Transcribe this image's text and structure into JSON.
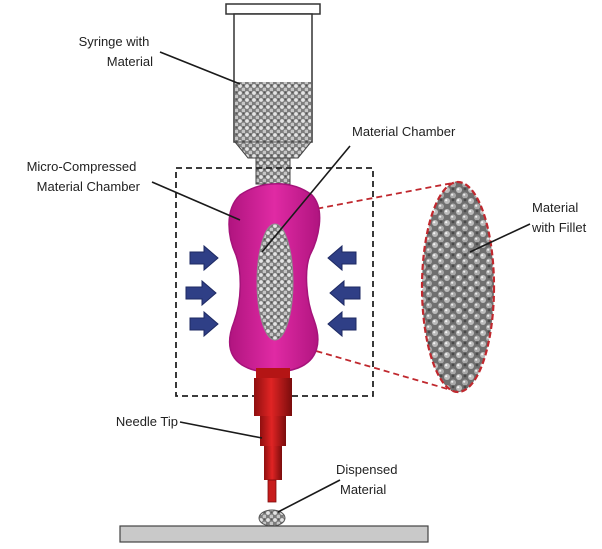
{
  "labels": {
    "syringe": [
      "Syringe with",
      "Material"
    ],
    "micro_chamber": [
      "Micro-Compressed",
      "Material Chamber"
    ],
    "material_chamber": [
      "Material Chamber"
    ],
    "fillet": [
      "Material",
      "with Fillet"
    ],
    "needle": [
      "Needle Tip"
    ],
    "dispensed": [
      "Dispensed",
      "Material"
    ]
  },
  "colors": {
    "chamber": "#d6249a",
    "chamber_edge": "#a5137a",
    "needle": "#d41b1b",
    "needle_dark": "#8f0f0f",
    "arrow": "#2f3f86",
    "dashed_box": "#222222",
    "zoom_lines": "#c0282e",
    "material": "#8d8d8d",
    "plate": "#c9c9c9",
    "syringe_body": "#ffffff"
  },
  "icons": {
    "compression_arrow": "arrow-icon"
  }
}
